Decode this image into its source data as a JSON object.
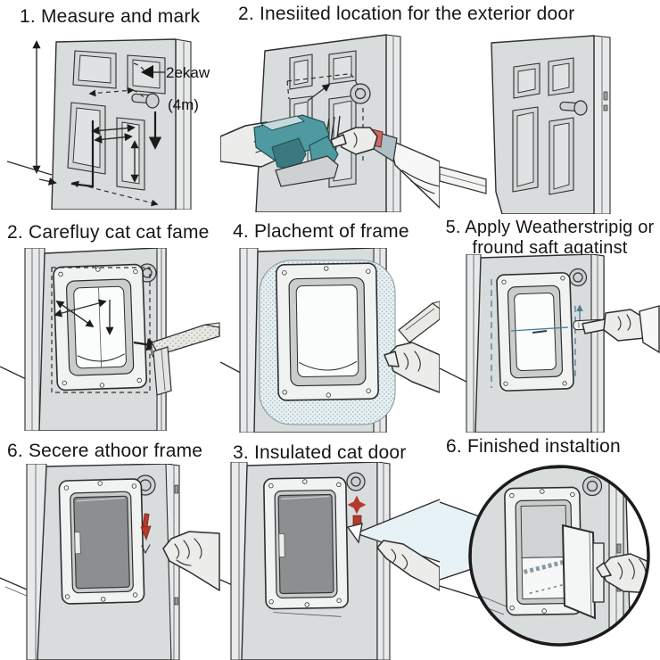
{
  "panels": [
    {
      "id": "measure-and-mark",
      "title": "1. Measure and mark",
      "labels": {
        "screw_note": "2ekaw",
        "size_note": "(4m)"
      }
    },
    {
      "id": "mark-location",
      "title": "2. Inesiited location for the exterior door"
    },
    {
      "id": "exterior-door",
      "title": ""
    },
    {
      "id": "cut-frame",
      "title": "2. Carefluy cat cat fame"
    },
    {
      "id": "frame-placement",
      "title": "4. Plachemt of frame"
    },
    {
      "id": "weatherstrip",
      "title_line1": "5. Apply Weatherstripig or",
      "title_line2": "fround saft agatinst"
    },
    {
      "id": "secure-frame",
      "title": "6. Secere athoor frame"
    },
    {
      "id": "insulated-door",
      "title": "3. Insulated cat door"
    },
    {
      "id": "finished-installation",
      "title": "6. Finished instaltion"
    }
  ],
  "colors": {
    "door_gray": "#d9dcdd",
    "tool_teal": "#4f9aa0",
    "accent_red": "#b23a2e",
    "guide_blue": "#4a7e96",
    "beam_blue": "#e7f2f6",
    "outline": "#2e2e2e"
  }
}
